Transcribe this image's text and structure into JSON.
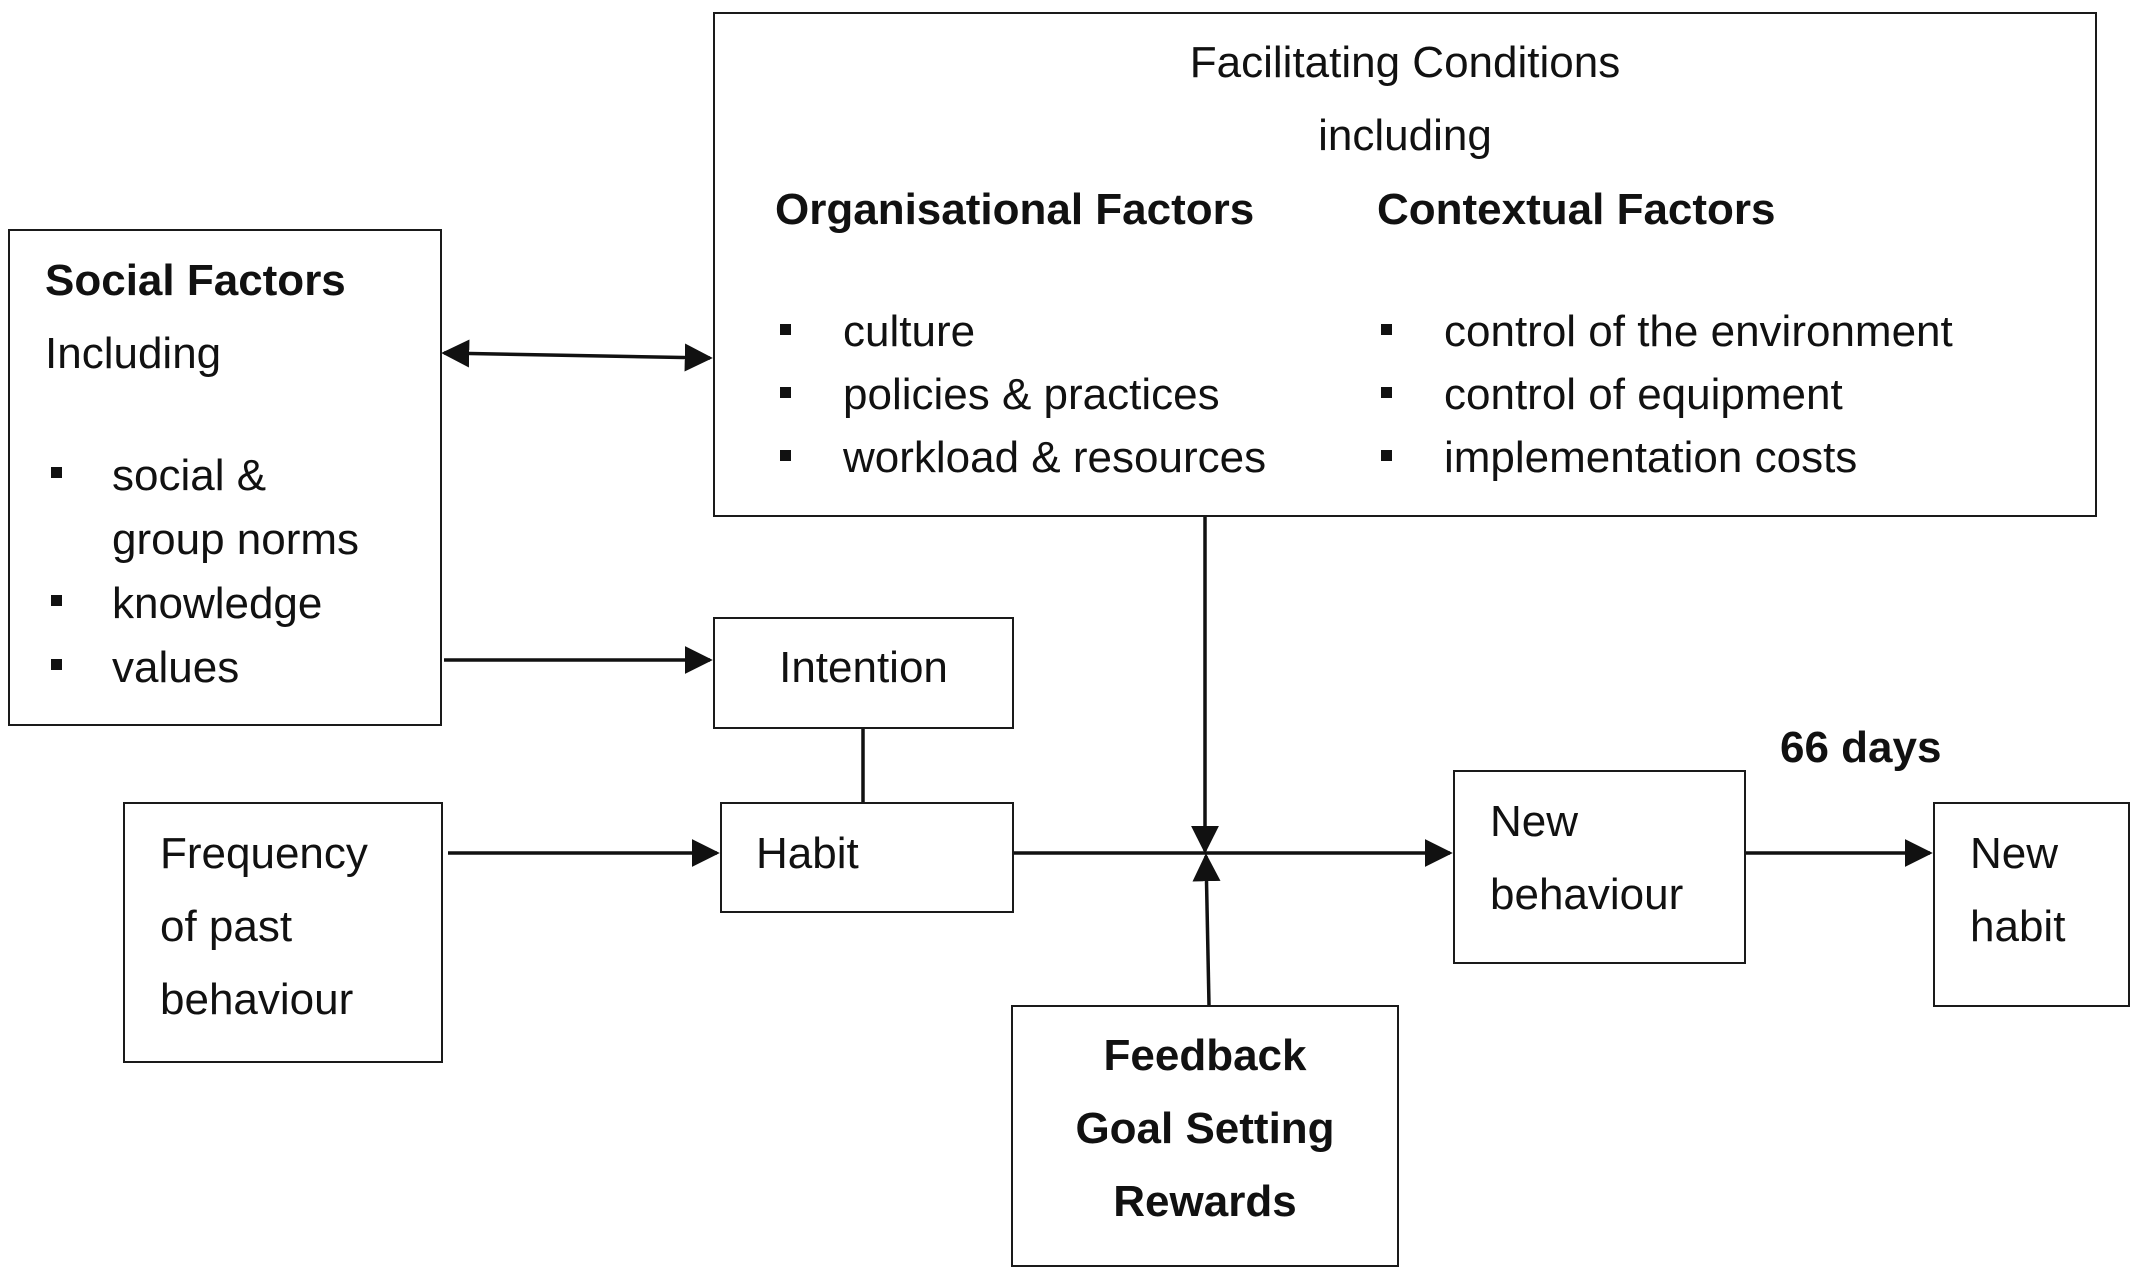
{
  "social": {
    "title": "Social Factors",
    "subtitle": "Including",
    "items": [
      "social &",
      "group norms",
      "knowledge",
      "values"
    ]
  },
  "facilitating": {
    "title": "Facilitating Conditions",
    "subtitle": "including",
    "organisational": {
      "heading": "Organisational Factors",
      "items": [
        "culture",
        "policies & practices",
        "workload & resources"
      ]
    },
    "contextual": {
      "heading": "Contextual Factors",
      "items": [
        "control of the environment",
        "control of equipment",
        "implementation costs"
      ]
    }
  },
  "intention": "Intention",
  "habit": "Habit",
  "frequency": [
    "Frequency",
    "of past",
    "behaviour"
  ],
  "new_behaviour": [
    "New",
    "behaviour"
  ],
  "new_habit": [
    "New",
    "habit"
  ],
  "days_label": "66 days",
  "interventions": [
    "Feedback",
    "Goal Setting",
    "Rewards"
  ]
}
